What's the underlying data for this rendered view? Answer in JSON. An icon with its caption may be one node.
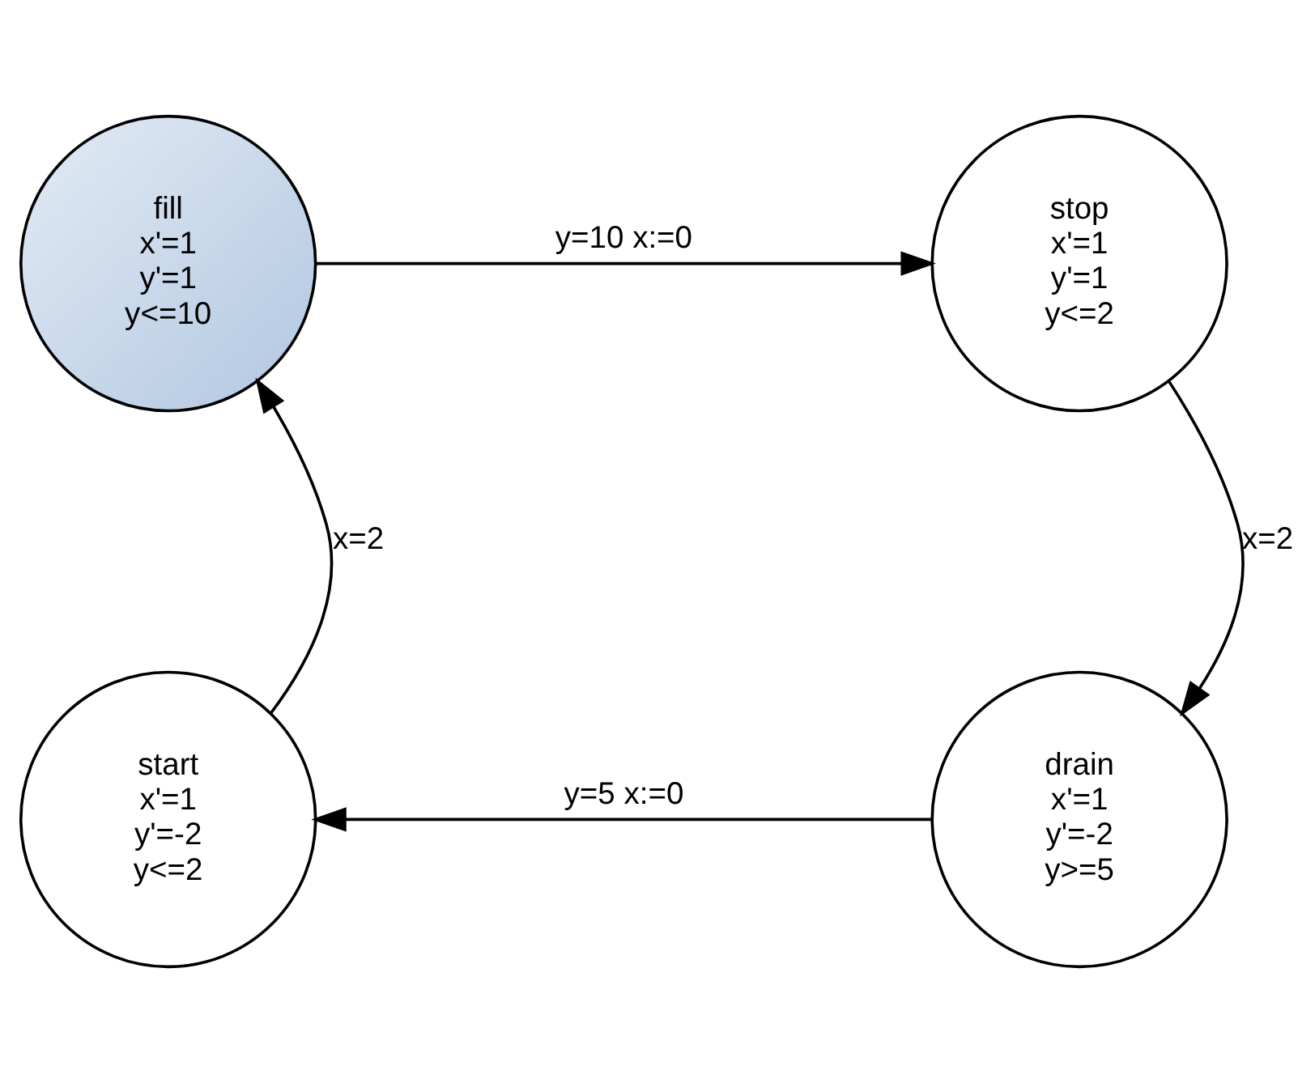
{
  "diagram": {
    "nodes": [
      {
        "text": [
          "fill",
          "x'=1",
          "y'=1",
          "y<=10"
        ]
      },
      {
        "text": [
          "stop",
          "x'=1",
          "y'=1",
          "y<=2"
        ]
      },
      {
        "text": [
          "start",
          "x'=1",
          "y'=-2",
          "y<=2"
        ]
      },
      {
        "text": [
          "drain",
          "x'=1",
          "y'=-2",
          "y>=5"
        ]
      }
    ],
    "edges": [
      {
        "from": 0,
        "to": 1,
        "arrow": "to",
        "label": "y=10 x:=0"
      },
      {
        "from": 1,
        "to": 3,
        "arrow": "to",
        "label": "x=2"
      },
      {
        "from": 3,
        "to": 2,
        "arrow": "to",
        "label": "y=5 x:=0"
      },
      {
        "from": 2,
        "to": 0,
        "arrow": "to",
        "label": "x=2"
      }
    ]
  }
}
